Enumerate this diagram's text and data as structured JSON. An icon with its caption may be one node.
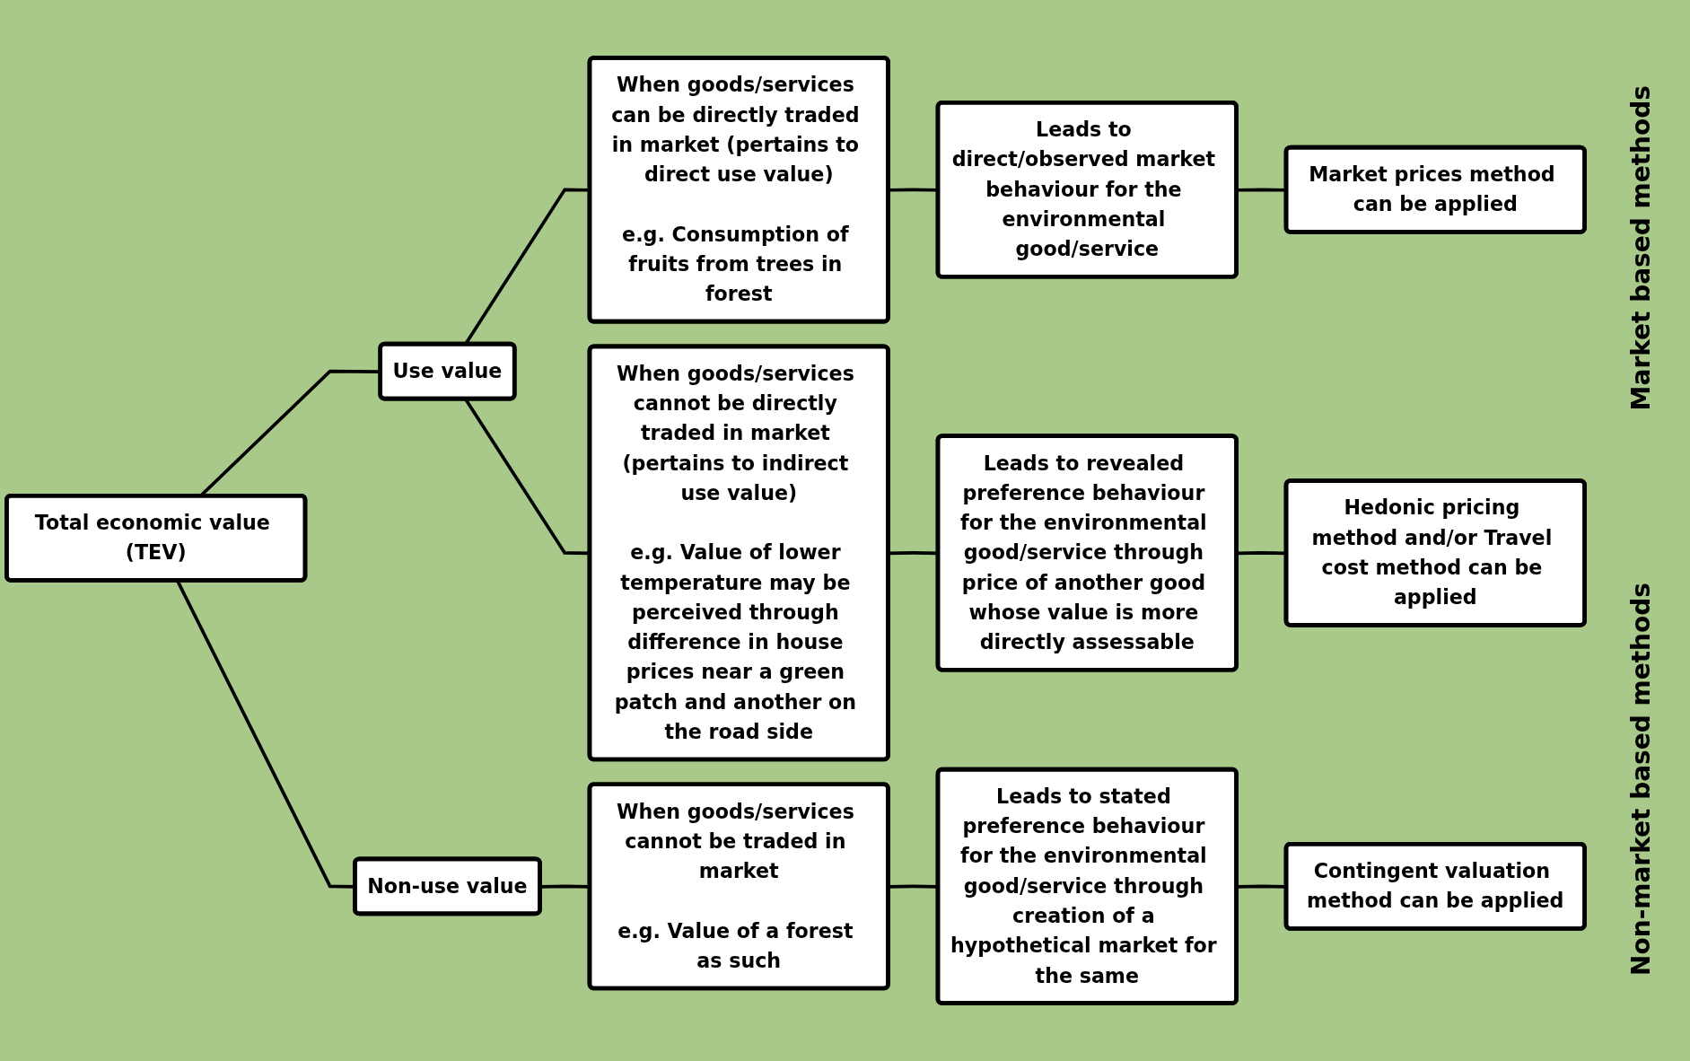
{
  "diagram": {
    "nodes": [
      {
        "text": [
          "Total economic value (TEV)"
        ]
      },
      {
        "text": [
          "Use value"
        ]
      },
      {
        "text": [
          "Non-use value"
        ]
      },
      {
        "text": [
          "When goods/services can be directly traded in market (pertains to direct use value)",
          "e.g. Consumption of fruits from trees in forest"
        ]
      },
      {
        "text": [
          "Leads to direct/observed market behaviour for the environmental good/service"
        ]
      },
      {
        "text": [
          "Market prices method can be applied"
        ]
      },
      {
        "text": [
          "When goods/services cannot be directly traded in market (pertains to indirect use value)",
          "e.g. Value of lower temperature may be perceived through difference in house prices near a green patch and another on the road side"
        ]
      },
      {
        "text": [
          "Leads to revealed preference behaviour for the environmental good/service through price of another good whose value is more directly assessable"
        ]
      },
      {
        "text": [
          "Hedonic pricing method and/or Travel cost method can be applied"
        ]
      },
      {
        "text": [
          "When goods/services cannot be traded in market",
          "e.g. Value of a forest as such"
        ]
      },
      {
        "text": [
          "Leads to stated preference behaviour for the environmental good/service through creation of a hypothetical market for the same"
        ]
      },
      {
        "text": [
          "Contingent valuation method can be applied"
        ]
      }
    ],
    "edges": [
      {
        "from": 0,
        "to": 1,
        "arrow": "none"
      },
      {
        "from": 0,
        "to": 2,
        "arrow": "none"
      },
      {
        "from": 1,
        "to": 3,
        "arrow": "none"
      },
      {
        "from": 1,
        "to": 6,
        "arrow": "none"
      },
      {
        "from": 2,
        "to": 9,
        "arrow": "none"
      },
      {
        "from": 3,
        "to": 4,
        "arrow": "none"
      },
      {
        "from": 4,
        "to": 5,
        "arrow": "none"
      },
      {
        "from": 6,
        "to": 7,
        "arrow": "none"
      },
      {
        "from": 7,
        "to": 8,
        "arrow": "none"
      },
      {
        "from": 9,
        "to": 10,
        "arrow": "none"
      },
      {
        "from": 10,
        "to": 11,
        "arrow": "none"
      }
    ],
    "labels": [
      "Market based methods",
      "Non-market based methods"
    ]
  }
}
